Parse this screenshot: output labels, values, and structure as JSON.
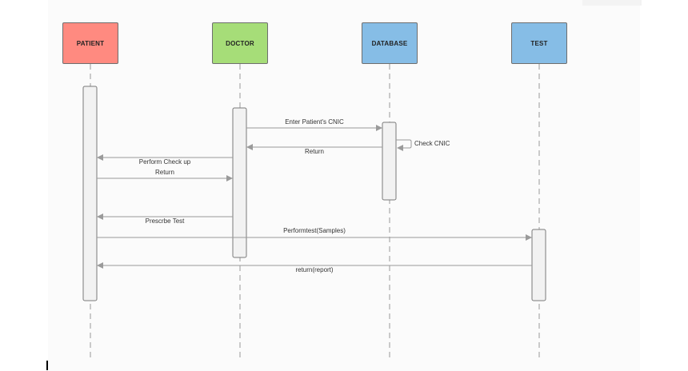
{
  "participants": [
    {
      "label": "PATIENT",
      "color": "#ff8a80"
    },
    {
      "label": "DOCTOR",
      "color": "#a6dd78"
    },
    {
      "label": "DATABASE",
      "color": "#86bde6"
    },
    {
      "label": "TEST",
      "color": "#86bde6"
    }
  ],
  "messages": [
    {
      "label": "Enter Patient's CNIC",
      "from": "DOCTOR",
      "to": "DATABASE"
    },
    {
      "label": "Check CNIC",
      "from": "DATABASE",
      "to": "DATABASE"
    },
    {
      "label": "Return",
      "from": "DATABASE",
      "to": "DOCTOR"
    },
    {
      "label": "Perform Check up",
      "from": "DOCTOR",
      "to": "PATIENT"
    },
    {
      "label": "Return",
      "from": "PATIENT",
      "to": "DOCTOR"
    },
    {
      "label": "Prescrbe Test",
      "from": "DOCTOR",
      "to": "PATIENT"
    },
    {
      "label": "Performtest(Samples)",
      "from": "PATIENT",
      "to": "TEST"
    },
    {
      "label": "return(report)",
      "from": "TEST",
      "to": "PATIENT"
    }
  ],
  "colors": {
    "lifeline": "#a9a9a9",
    "activation_fill": "#f2f2f2",
    "activation_border": "#7a7a7a",
    "arrow": "#9a9a9a"
  }
}
